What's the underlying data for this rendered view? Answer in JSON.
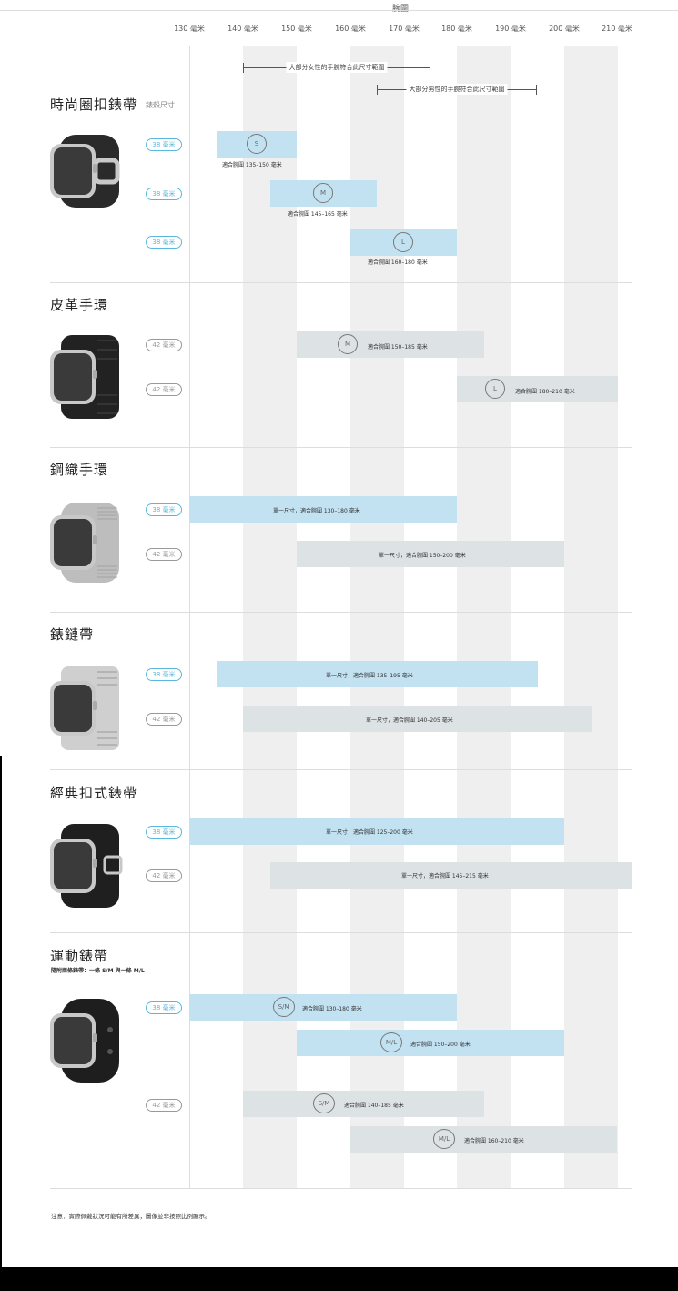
{
  "header": {
    "title": "腕圍"
  },
  "ticks": [
    "130 毫米",
    "140 毫米",
    "150 毫米",
    "160 毫米",
    "170 毫米",
    "180 毫米",
    "190 毫米",
    "200 毫米",
    "210 毫米"
  ],
  "ranges": {
    "women": "大部分女性的手腕符合此尺寸範圍",
    "men": "大部分男性的手腕符合此尺寸範圍"
  },
  "case_size_label": "錶殼尺寸",
  "sections": [
    {
      "title": "時尚圈扣錶帶",
      "watch_icon": "modern-buckle-watch-icon",
      "chips": [
        "38 毫米",
        "38 毫米",
        "38 毫米"
      ],
      "bars": [
        {
          "size": "S",
          "label": "適合腕圍 135–150 毫米",
          "color": "blue"
        },
        {
          "size": "M",
          "label": "適合腕圍 145–165 毫米",
          "color": "blue"
        },
        {
          "size": "L",
          "label": "適合腕圍 160–180 毫米",
          "color": "blue"
        }
      ]
    },
    {
      "title": "皮革手環",
      "watch_icon": "leather-loop-watch-icon",
      "chips": [
        "42 毫米",
        "42 毫米"
      ],
      "bars": [
        {
          "size": "M",
          "label": "適合腕圍 150–185 毫米",
          "color": "gray"
        },
        {
          "size": "L",
          "label": "適合腕圍 180–210 毫米",
          "color": "gray"
        }
      ]
    },
    {
      "title": "鋼織手環",
      "watch_icon": "milanese-loop-watch-icon",
      "chips": [
        "38 毫米",
        "42 毫米"
      ],
      "bars": [
        {
          "label": "單一尺寸，適合腕圍 130–180 毫米",
          "color": "blue"
        },
        {
          "label": "單一尺寸，適合腕圍 150–200 毫米",
          "color": "gray"
        }
      ]
    },
    {
      "title": "錶鏈帶",
      "watch_icon": "link-bracelet-watch-icon",
      "chips": [
        "38 毫米",
        "42 毫米"
      ],
      "bars": [
        {
          "label": "單一尺寸，適合腕圍 135–195 毫米",
          "color": "blue"
        },
        {
          "label": "單一尺寸，適合腕圍 140–205 毫米",
          "color": "gray"
        }
      ]
    },
    {
      "title": "經典扣式錶帶",
      "watch_icon": "classic-buckle-watch-icon",
      "chips": [
        "38 毫米",
        "42 毫米"
      ],
      "bars": [
        {
          "label": "單一尺寸，適合腕圍 125–200 毫米",
          "color": "blue"
        },
        {
          "label": "單一尺寸，適合腕圍 145–215 毫米",
          "color": "gray"
        }
      ]
    },
    {
      "title": "運動錶帶",
      "subtitle": "隨附兩條錶帶：一條 S/M 與一條 M/L",
      "watch_icon": "sport-band-watch-icon",
      "chips": [
        "38 毫米",
        "42 毫米"
      ],
      "bars": [
        {
          "size": "S/M",
          "label": "適合腕圍 130–180 毫米",
          "color": "blue"
        },
        {
          "size": "M/L",
          "label": "適合腕圍 150–200 毫米",
          "color": "blue"
        },
        {
          "size": "S/M",
          "label": "適合腕圍 140–185 毫米",
          "color": "gray"
        },
        {
          "size": "M/L",
          "label": "適合腕圍 160–210 毫米",
          "color": "gray"
        }
      ]
    }
  ],
  "footer": "注意：實際佩戴狀況可能有所差異；圖像並非按照比例顯示。",
  "colors": {
    "blue_bar": "#c2e2f2",
    "gray_bar": "#dde3e5",
    "chip_accent": "#5bb8dd",
    "stripe": "#efefef"
  }
}
